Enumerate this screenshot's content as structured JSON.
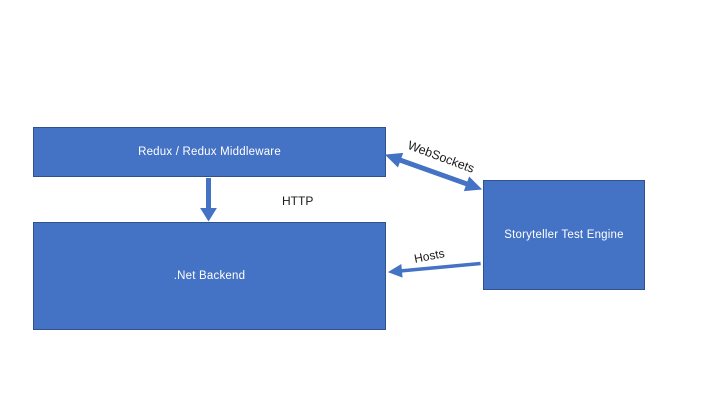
{
  "canvas": {
    "background": "#ffffff",
    "accent_fill": "#4472C4",
    "accent_border": "#2F528F",
    "node_text_color": "#ffffff",
    "edge_label_color": "#1a1a1a"
  },
  "diagram": {
    "nodes": [
      {
        "id": "redux",
        "label": "Redux / Redux Middleware"
      },
      {
        "id": "backend",
        "label": ".Net Backend"
      },
      {
        "id": "storyteller",
        "label": "Storyteller Test Engine"
      }
    ],
    "edges": [
      {
        "id": "websockets",
        "label": "WebSockets",
        "from": "redux",
        "to": "storyteller",
        "direction": "bidirectional"
      },
      {
        "id": "http",
        "label": "HTTP",
        "from": "redux",
        "to": "backend",
        "direction": "one-way-down"
      },
      {
        "id": "hosts",
        "label": "Hosts",
        "from": "storyteller",
        "to": "backend",
        "direction": "one-way-left"
      }
    ]
  }
}
